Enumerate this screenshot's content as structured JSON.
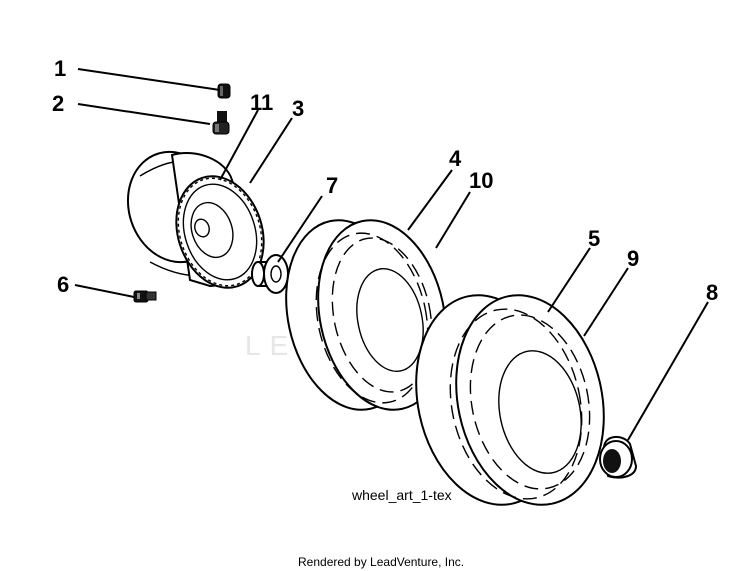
{
  "callouts": {
    "c1": "1",
    "c2": "2",
    "c3": "3",
    "c4": "4",
    "c5": "5",
    "c6": "6",
    "c7": "7",
    "c8": "8",
    "c9": "9",
    "c10": "10",
    "c11": "11"
  },
  "caption": "wheel_art_1-tex",
  "footer": "Rendered by LeadVenture, Inc.",
  "watermark": "LEADVENTURE"
}
